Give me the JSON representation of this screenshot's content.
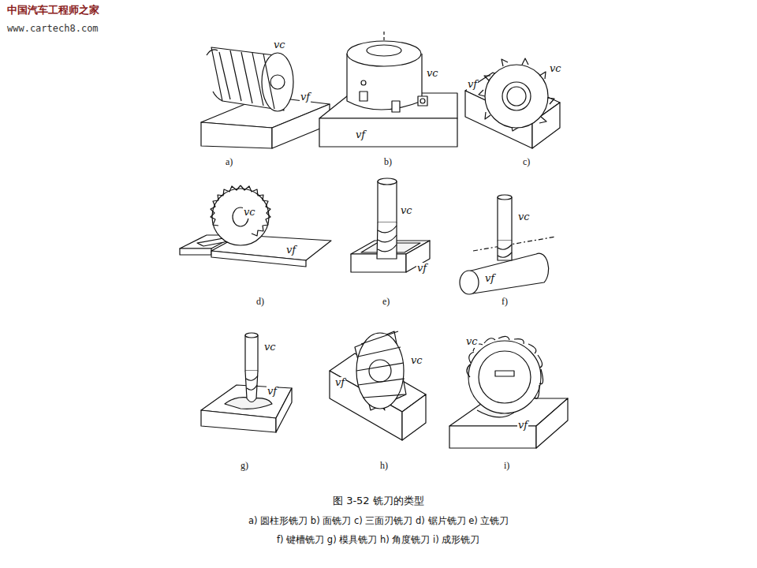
{
  "diagram": {
    "caption": "图 3-52 铣刀的类型",
    "labels": [
      "中国汽车工程师之家",
      "www.cartech8.com",
      "vc",
      "vf",
      "a)",
      "vc",
      "vf",
      "b)",
      "vc",
      "vf",
      "c)",
      "vc",
      "vf",
      "d)",
      "vc",
      "vf",
      "e)",
      "vc",
      "vf",
      "f)",
      "vc",
      "vf",
      "g)",
      "vc",
      "vf",
      "h)",
      "vc",
      "vf",
      "i)",
      "a) 圆柱形铣刀 b) 面铣刀 c) 三面刃铣刀 d) 锯片铣刀 e) 立铣刀",
      "f) 键槽铣刀 g) 模具铣刀 h) 角度铣刀 i) 成形铣刀"
    ]
  }
}
